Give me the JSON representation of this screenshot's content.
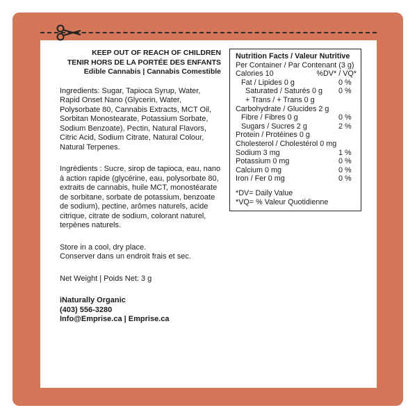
{
  "colors": {
    "pouch": "#d37659",
    "label": "#ffffff",
    "text": "#1a1a1a"
  },
  "icons": {
    "scissors": "scissors-icon"
  },
  "warning": {
    "line1": "KEEP OUT OF REACH OF CHILDREN",
    "line2": "TENIR HORS DE LA PORTÉE DES ENFANTS",
    "line3": "Edible Cannabis | Cannabis Comestible"
  },
  "ingredients_en": "Ingredients: Sugar, Tapioca Syrup, Water, Rapid Onset Nano (Glycerin, Water, Polysorbate 80, Cannabis Extracts, MCT Oil, Sorbitan Monostearate, Potassium Sorbate, Sodium Benzoate), Pectin, Natural Flavors, Citric Acid, Sodium Citrate, Natural Colour, Natural Terpenes.",
  "ingredients_fr": "Ingrédients : Sucre, sirop de tapioca, eau, nano à action rapide (glycérine, eau, polysorbate 80, extraits de cannabis, huile MCT, monostéarate de sorbitane, sorbate de potassium, benzoate de sodium), pectine, arômes naturels, acide citrique, citrate de sodium, colorant naturel, terpènes naturels.",
  "storage_en": "Store in a cool, dry place.",
  "storage_fr": "Conserver dans un endroit frais et sec.",
  "net_weight": "Net Weight | Poids Net: 3 g",
  "company": {
    "name": "iNaturally Organic",
    "phone": "(403) 556-3280",
    "contact": "Info@Emprise.ca | Emprise.ca"
  },
  "nutrition": {
    "title": "Nutrition Facts / Valeur Nutritive",
    "per": "Per Container / Par Contenant (3 g)",
    "calories": "Calories 10",
    "dv_header": "%DV* / VQ*",
    "rows": [
      {
        "label": "Fat / Lipides 0 g",
        "dv": "0 %"
      },
      {
        "label": "Saturated / Saturés 0 g",
        "dv": "0 %"
      },
      {
        "label": "+ Trans / + Trans 0 g",
        "dv": ""
      },
      {
        "label": "Carbohydrate / Glucides 2 g",
        "dv": ""
      },
      {
        "label": "Fibre / Fibres 0 g",
        "dv": "0 %"
      },
      {
        "label": "Sugars / Sucres 2 g",
        "dv": "2 %"
      },
      {
        "label": "Protein / Protéines 0 g",
        "dv": ""
      },
      {
        "label": "Cholesterol / Cholestérol 0 mg",
        "dv": ""
      },
      {
        "label": "Sodium 3 mg",
        "dv": "1 %"
      },
      {
        "label": "Potassium 0 mg",
        "dv": "0 %"
      },
      {
        "label": "Calcium 0 mg",
        "dv": "0 %"
      },
      {
        "label": "Iron / Fer 0 mg",
        "dv": "0 %"
      }
    ],
    "foot1": "*DV= Daily Value",
    "foot2": "*VQ= % Valeur Quotidienne"
  }
}
